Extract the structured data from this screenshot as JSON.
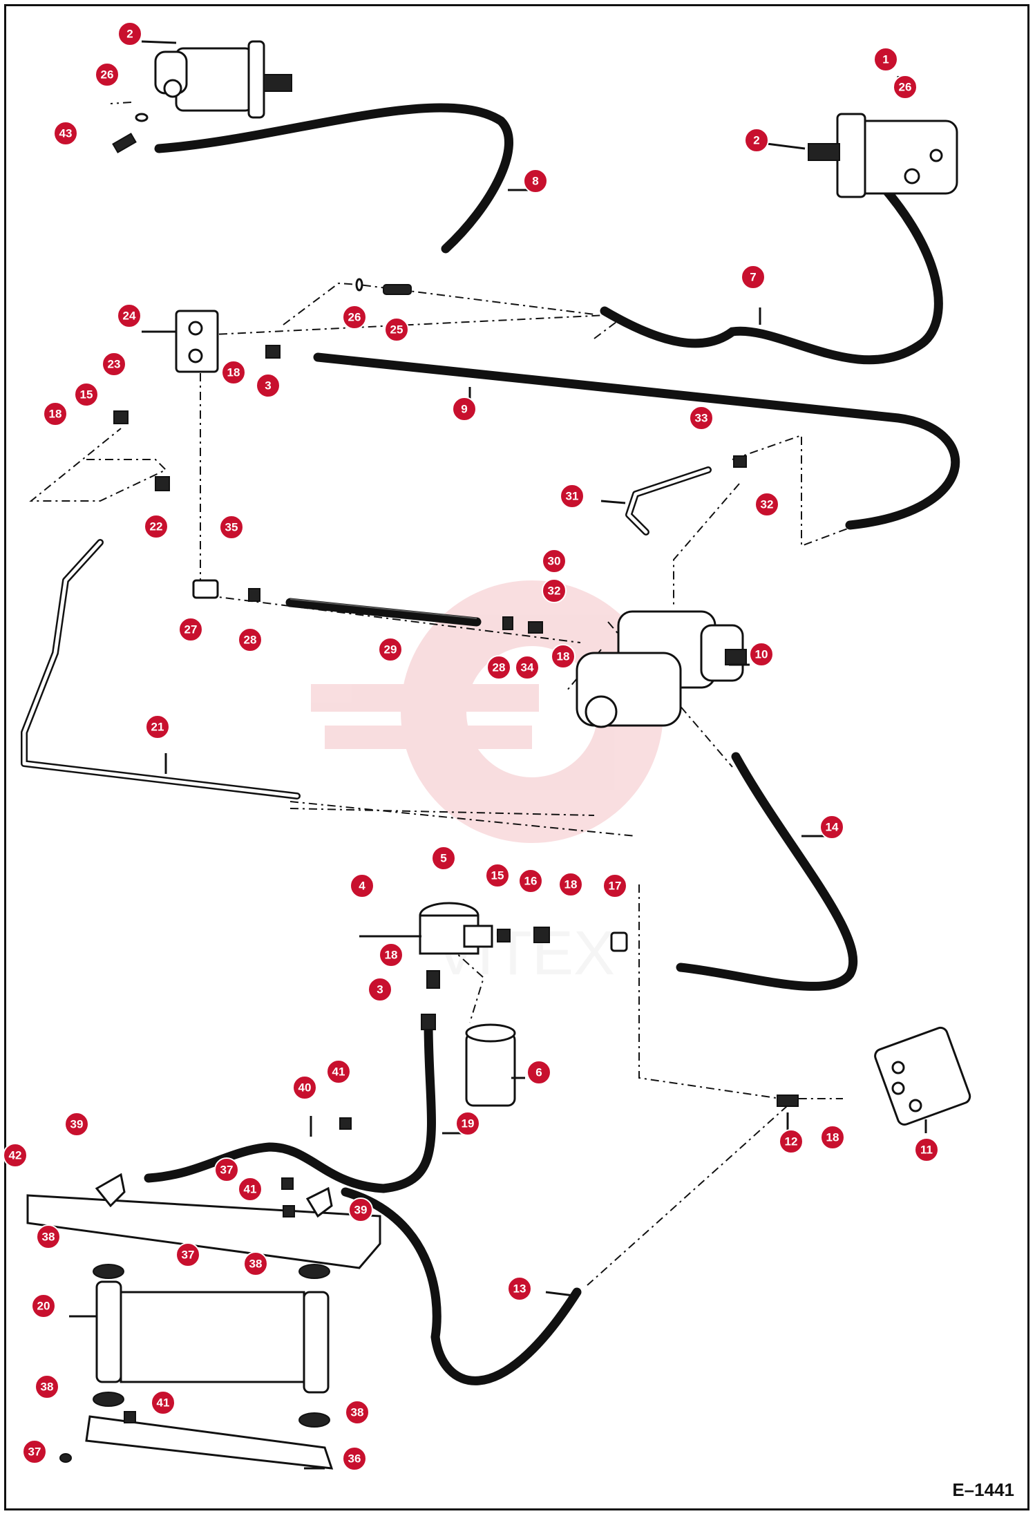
{
  "figure_id": "E–1441",
  "callouts": [
    "1",
    "2",
    "2",
    "26",
    "26",
    "43",
    "8",
    "7",
    "24",
    "26",
    "25",
    "18",
    "3",
    "23",
    "15",
    "18",
    "9",
    "33",
    "31",
    "32",
    "22",
    "35",
    "30",
    "32",
    "27",
    "28",
    "29",
    "28",
    "34",
    "18",
    "10",
    "21",
    "14",
    "5",
    "4",
    "15",
    "16",
    "18",
    "17",
    "18",
    "3",
    "6",
    "41",
    "40",
    "39",
    "19",
    "42",
    "37",
    "41",
    "39",
    "38",
    "37",
    "38",
    "20",
    "13",
    "12",
    "18",
    "11",
    "38",
    "41",
    "38",
    "37",
    "36"
  ],
  "watermark": "VITEX",
  "colors": {
    "badge": "#c8102e",
    "ink": "#111111",
    "watermark": "#f2b9bd"
  }
}
